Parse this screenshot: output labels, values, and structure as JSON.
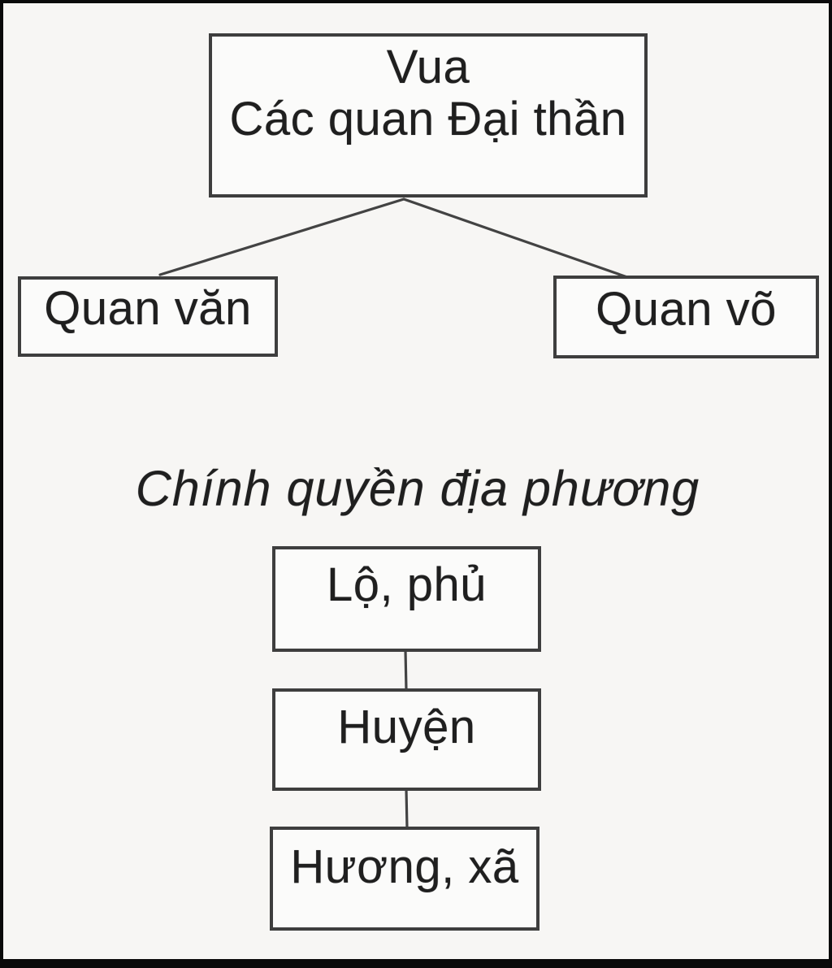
{
  "colors": {
    "paper": "#f7f6f4",
    "box_fill": "#fbfbfa",
    "ink": "#1f1f1f",
    "line": "#434343",
    "frame": "#0a0a0a"
  },
  "diagram": {
    "type": "org-chart",
    "central_government": {
      "root": {
        "line1": "Vua",
        "line2": "Các quan Đại thần"
      },
      "children": [
        {
          "label": "Quan văn"
        },
        {
          "label": "Quan võ"
        }
      ]
    },
    "local_government": {
      "heading": "Chính quyền địa phương",
      "levels": [
        {
          "label": "Lộ, phủ"
        },
        {
          "label": "Huyện"
        },
        {
          "label": "Hương, xã"
        }
      ]
    },
    "edges": [
      {
        "from": "Vua / Các quan Đại thần",
        "to": "Quan văn"
      },
      {
        "from": "Vua / Các quan Đại thần",
        "to": "Quan võ"
      },
      {
        "from": "Lộ, phủ",
        "to": "Huyện"
      },
      {
        "from": "Huyện",
        "to": "Hương, xã"
      }
    ]
  }
}
